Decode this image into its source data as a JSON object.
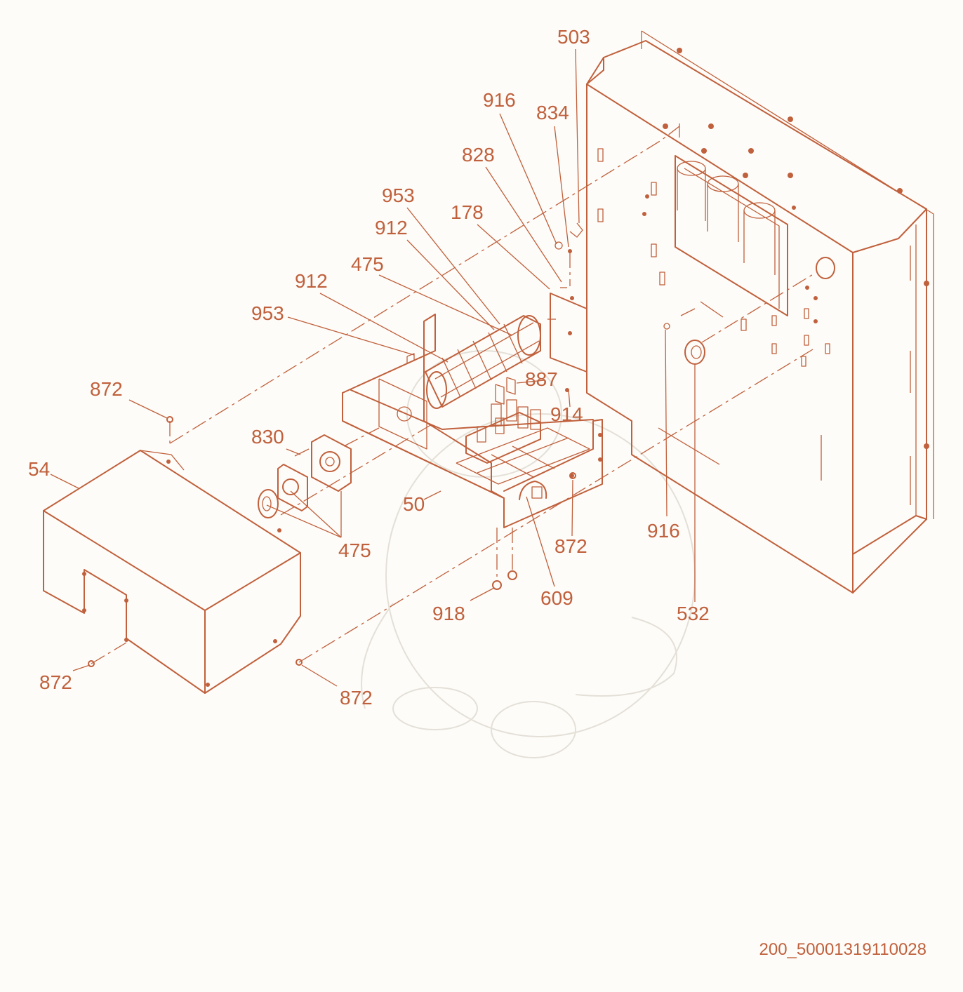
{
  "drawing_code": "200_50001319110028",
  "callouts": [
    "503",
    "916",
    "834",
    "828",
    "953",
    "178",
    "912",
    "475",
    "912",
    "953",
    "872",
    "887",
    "914",
    "830",
    "54",
    "50",
    "475",
    "872",
    "916",
    "609",
    "918",
    "532",
    "872",
    "872"
  ],
  "colors": {
    "line": "#c0603c",
    "background": "#fdfcf8",
    "watermark": "#e4e0d8"
  }
}
